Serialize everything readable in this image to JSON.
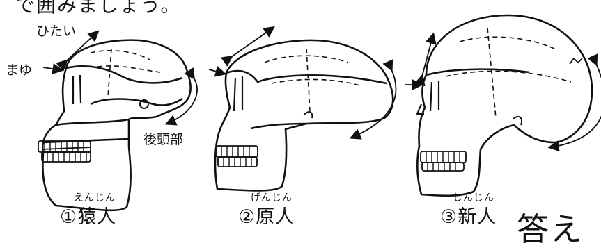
{
  "top_text": "で囲みましょう。",
  "labels": {
    "forehead": "ひたい",
    "brow": "まゆ",
    "occiput": "後頭部"
  },
  "captions": [
    {
      "ruby": "えんじん",
      "label": "①猿人"
    },
    {
      "ruby": "げんじん",
      "label": "②原人"
    },
    {
      "ruby": "しんじん",
      "label": "③新人"
    }
  ],
  "answer": "答え"
}
